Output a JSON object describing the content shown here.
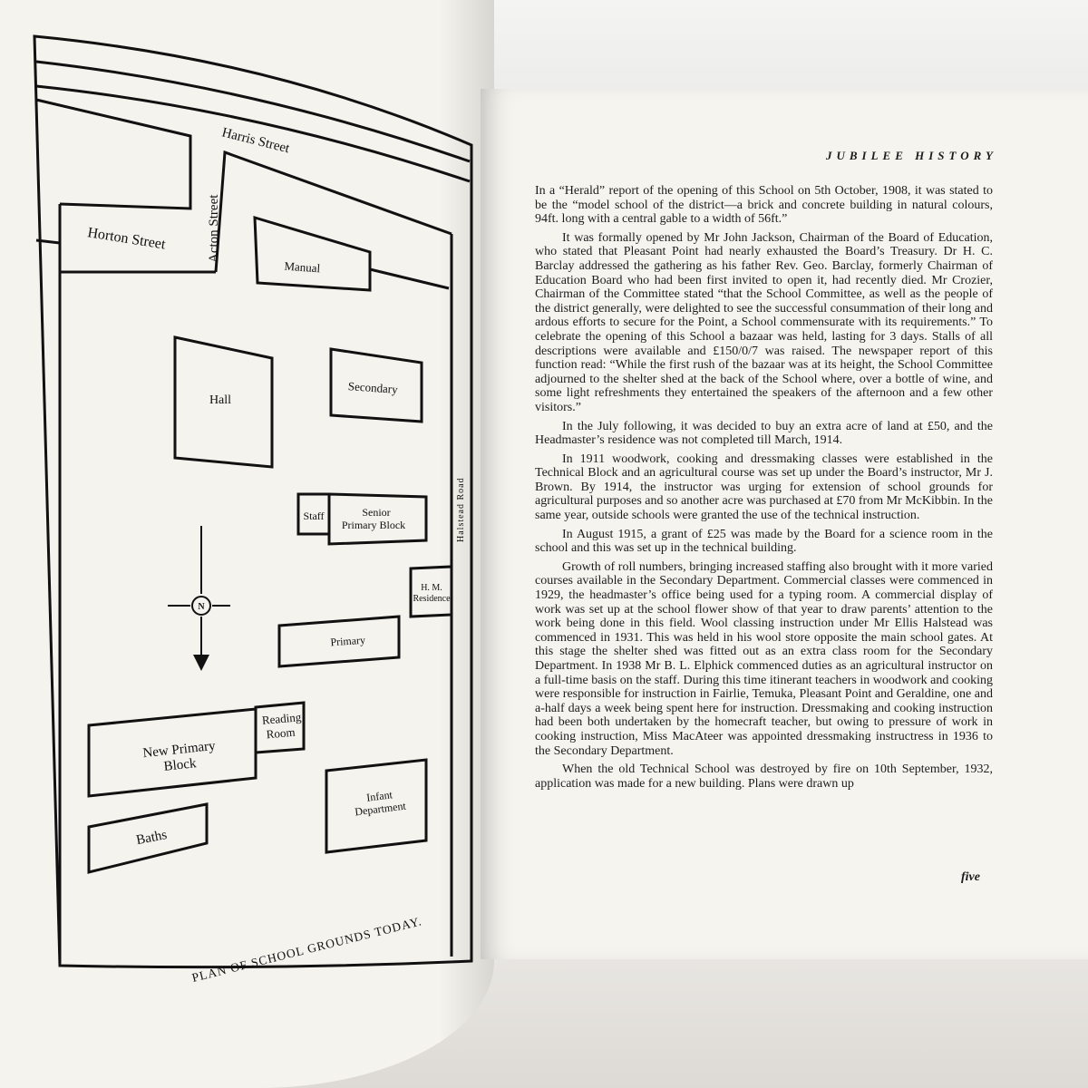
{
  "plan": {
    "caption": "PLAN OF SCHOOL GROUNDS TODAY.",
    "streets": {
      "harris": "Harris Street",
      "acton": "Acton Street",
      "horton": "Horton Street",
      "halstead": "Halstead Road"
    },
    "buildings": {
      "manual": "Manual",
      "hall": "Hall",
      "secondary": "Secondary",
      "staff": "Staff",
      "senior_1": "Senior",
      "senior_2": "Primary Block",
      "hm_1": "H. M.",
      "hm_2": "Residence",
      "primary": "Primary",
      "reading_1": "Reading",
      "reading_2": "Room",
      "new_primary_1": "New Primary",
      "new_primary_2": "Block",
      "infant_1": "Infant",
      "infant_2": "Department",
      "baths": "Baths"
    },
    "compass": "N"
  },
  "page": {
    "running_head": "JUBILEE HISTORY",
    "folio": "five",
    "paragraphs": [
      "In a “Herald” report of the opening of this School on 5th October, 1908, it was stated to be the “model school of the district—a brick and concrete building in natural colours, 94ft. long with a central gable to a width of 56ft.”",
      "It was formally opened by Mr John Jackson, Chairman of the Board of Education, who stated that Pleasant Point had nearly exhausted the Board’s Treasury. Dr H. C. Barclay addressed the gathering as his father Rev. Geo. Barclay, formerly Chairman of Education Board who had been first invited to open it, had recently died. Mr Crozier, Chairman of the Committee stated “that the School Committee, as well as the people of the district generally, were delighted to see the successful consummation of their long and ardous efforts to secure for the Point, a School commensurate with its requirements.” To celebrate the opening of this School a bazaar was held, lasting for 3 days. Stalls of all descriptions were available and £150/0/7 was raised. The newspaper report of this function read: “While the first rush of the bazaar was at its height, the School Committee adjourned to the shelter shed at the back of the School where, over a bottle of wine, and some light refreshments they entertained the speakers of the afternoon and a few other visitors.”",
      "In the July following, it was decided to buy an extra acre of land at £50, and the Headmaster’s residence was not completed till March, 1914.",
      "In 1911 woodwork, cooking and dressmaking classes were established in the Technical Block and an agricultural course was set up under the Board’s instructor, Mr J. Brown. By 1914, the instructor was urging for extension of school grounds for agricultural purposes and so another acre was purchased at £70 from Mr McKibbin. In the same year, outside schools were granted the use of the technical instruction.",
      "In August 1915, a grant of £25 was made by the Board for a science room in the school and this was set up in the technical building.",
      "Growth of roll numbers, bringing increased staffing also brought with it more varied courses available in the Secondary Department. Commercial classes were commenced in 1929, the headmaster’s office being used for a typing room. A commercial display of work was set up at the school flower show of that year to draw parents’ attention to the work being done in this field. Wool classing instruction under Mr Ellis Halstead was commenced in 1931. This was held in his wool store opposite the main school gates. At this stage the shelter shed was fitted out as an extra class room for the Secondary Department. In 1938 Mr B. L. Elphick commenced duties as an agricultural instructor on a full-time basis on the staff. During this time itinerant teachers in woodwork and cooking were responsible for instruction in Fairlie, Temuka, Pleasant Point and Geraldine, one and a-half days a week being spent here for instruction. Dressmaking and cooking instruction had been both undertaken by the homecraft teacher, but owing to pressure of work in cooking instruction, Miss MacAteer was appointed dressmaking instructress in 1936 to the Secondary Department.",
      "When the old Technical School was destroyed by fire on 10th September, 1932, application was made for a new building. Plans were drawn up"
    ]
  }
}
